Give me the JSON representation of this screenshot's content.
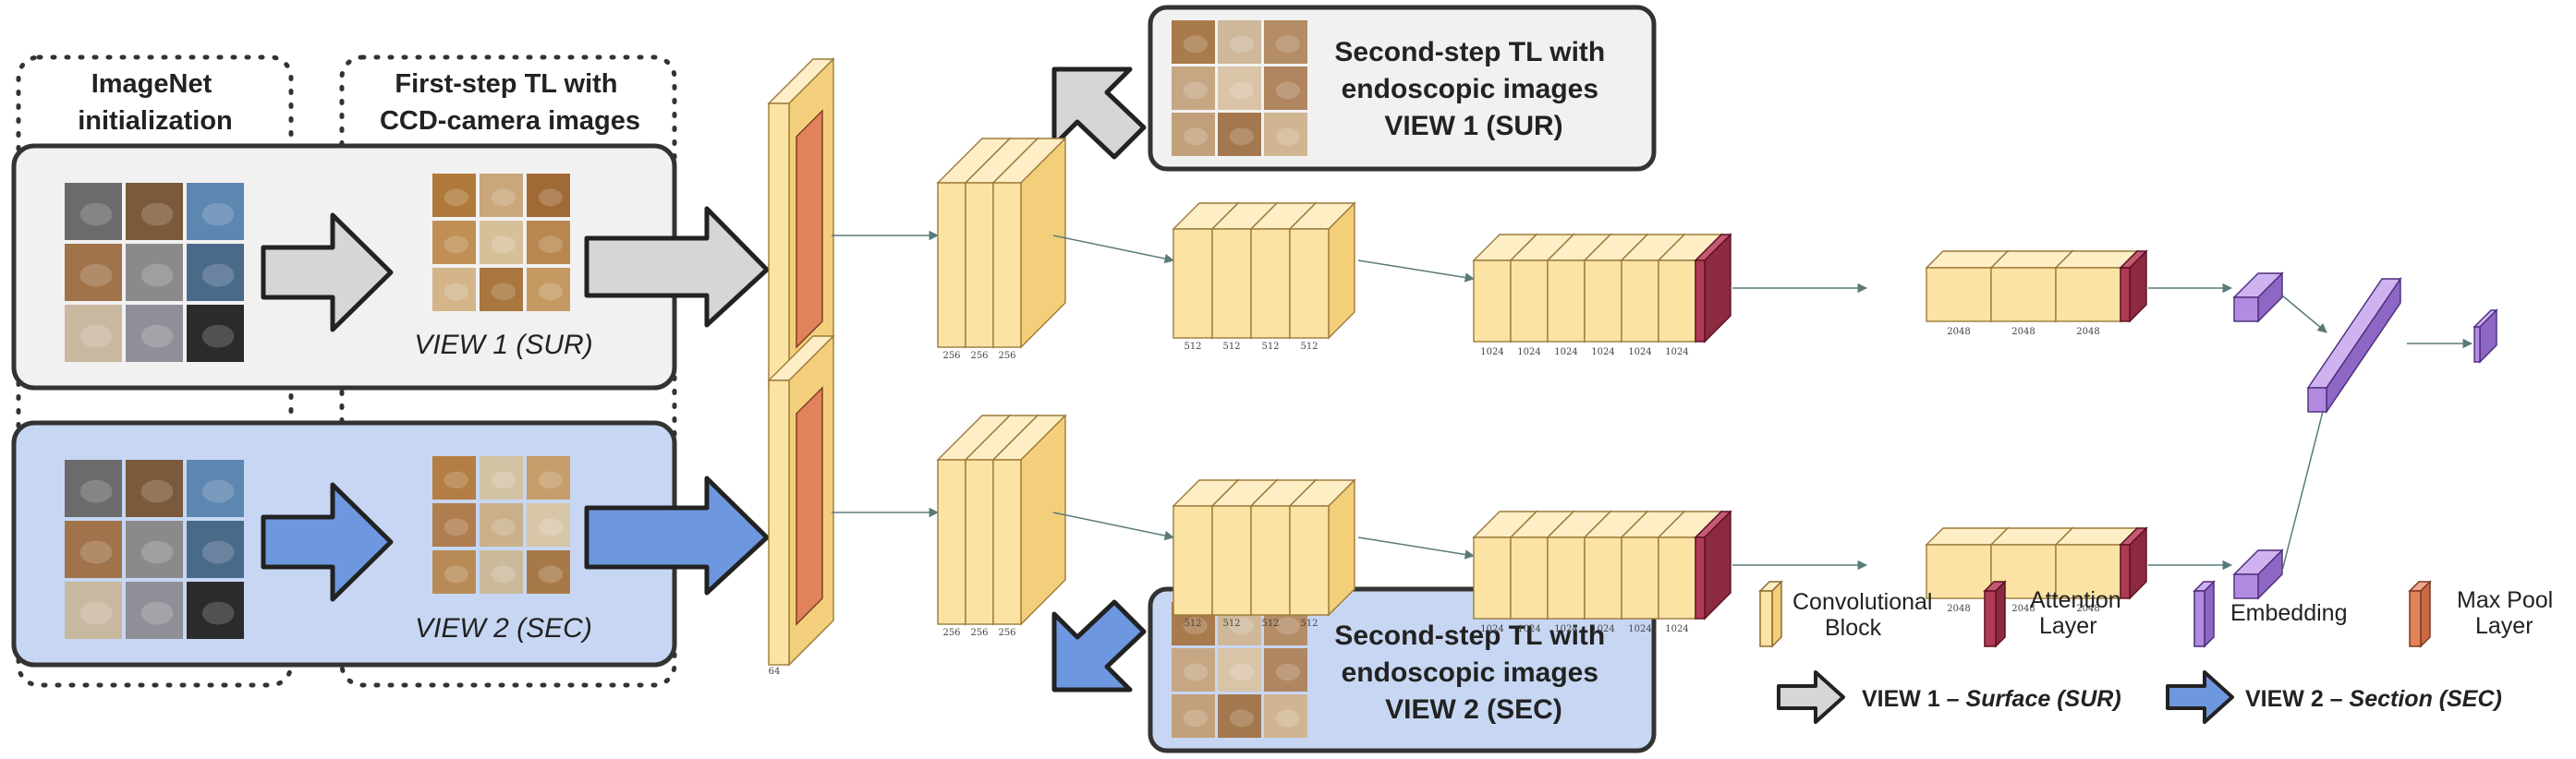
{
  "stages": {
    "imagenet": [
      "ImageNet",
      "initialization"
    ],
    "first_step": [
      "First-step TL with",
      "CCD-camera images"
    ]
  },
  "views": {
    "view1_caption": "VIEW 1 (SUR)",
    "view2_caption": "VIEW 2 (SEC)"
  },
  "callouts": {
    "top": [
      "Second-step TL with",
      "endoscopic images",
      "VIEW 1 (SUR)"
    ],
    "bottom": [
      "Second-step TL with",
      "endoscopic images",
      "VIEW 2 (SEC)"
    ]
  },
  "network": {
    "input_label": "64",
    "block1_labels": [
      "256",
      "256",
      "256"
    ],
    "block2_labels": [
      "512",
      "512",
      "512",
      "512"
    ],
    "block3_labels": [
      "1024",
      "1024",
      "1024",
      "1024",
      "1024",
      "1024"
    ],
    "block4_labels": [
      "2048",
      "2048",
      "2048"
    ]
  },
  "legend": {
    "conv": [
      "Convolutional",
      "Block"
    ],
    "attention": [
      "Attention",
      "Layer"
    ],
    "embedding": "Embedding",
    "maxpool": [
      "Max Pool",
      "Layer"
    ],
    "view1_prefix": "VIEW 1 – ",
    "view1_name": "Surface (SUR)",
    "view2_prefix": "VIEW 2 – ",
    "view2_name": "Section (SEC)"
  },
  "colors": {
    "conv_front": "#fbe3a3",
    "conv_side": "#f3cf7b",
    "conv_top": "#fdeec6",
    "conv_edge": "#c9a358",
    "attention_front": "#b03a55",
    "attention_side": "#8c2a41",
    "embedding_front": "#b28be0",
    "embedding_side": "#8e67c4",
    "maxpool": "#e0825a",
    "gray_arrow": "#d6d6d6",
    "blue_arrow": "#6d98e0",
    "view1_box": "#f1f1f1",
    "view2_box": "#c7d7f3"
  }
}
